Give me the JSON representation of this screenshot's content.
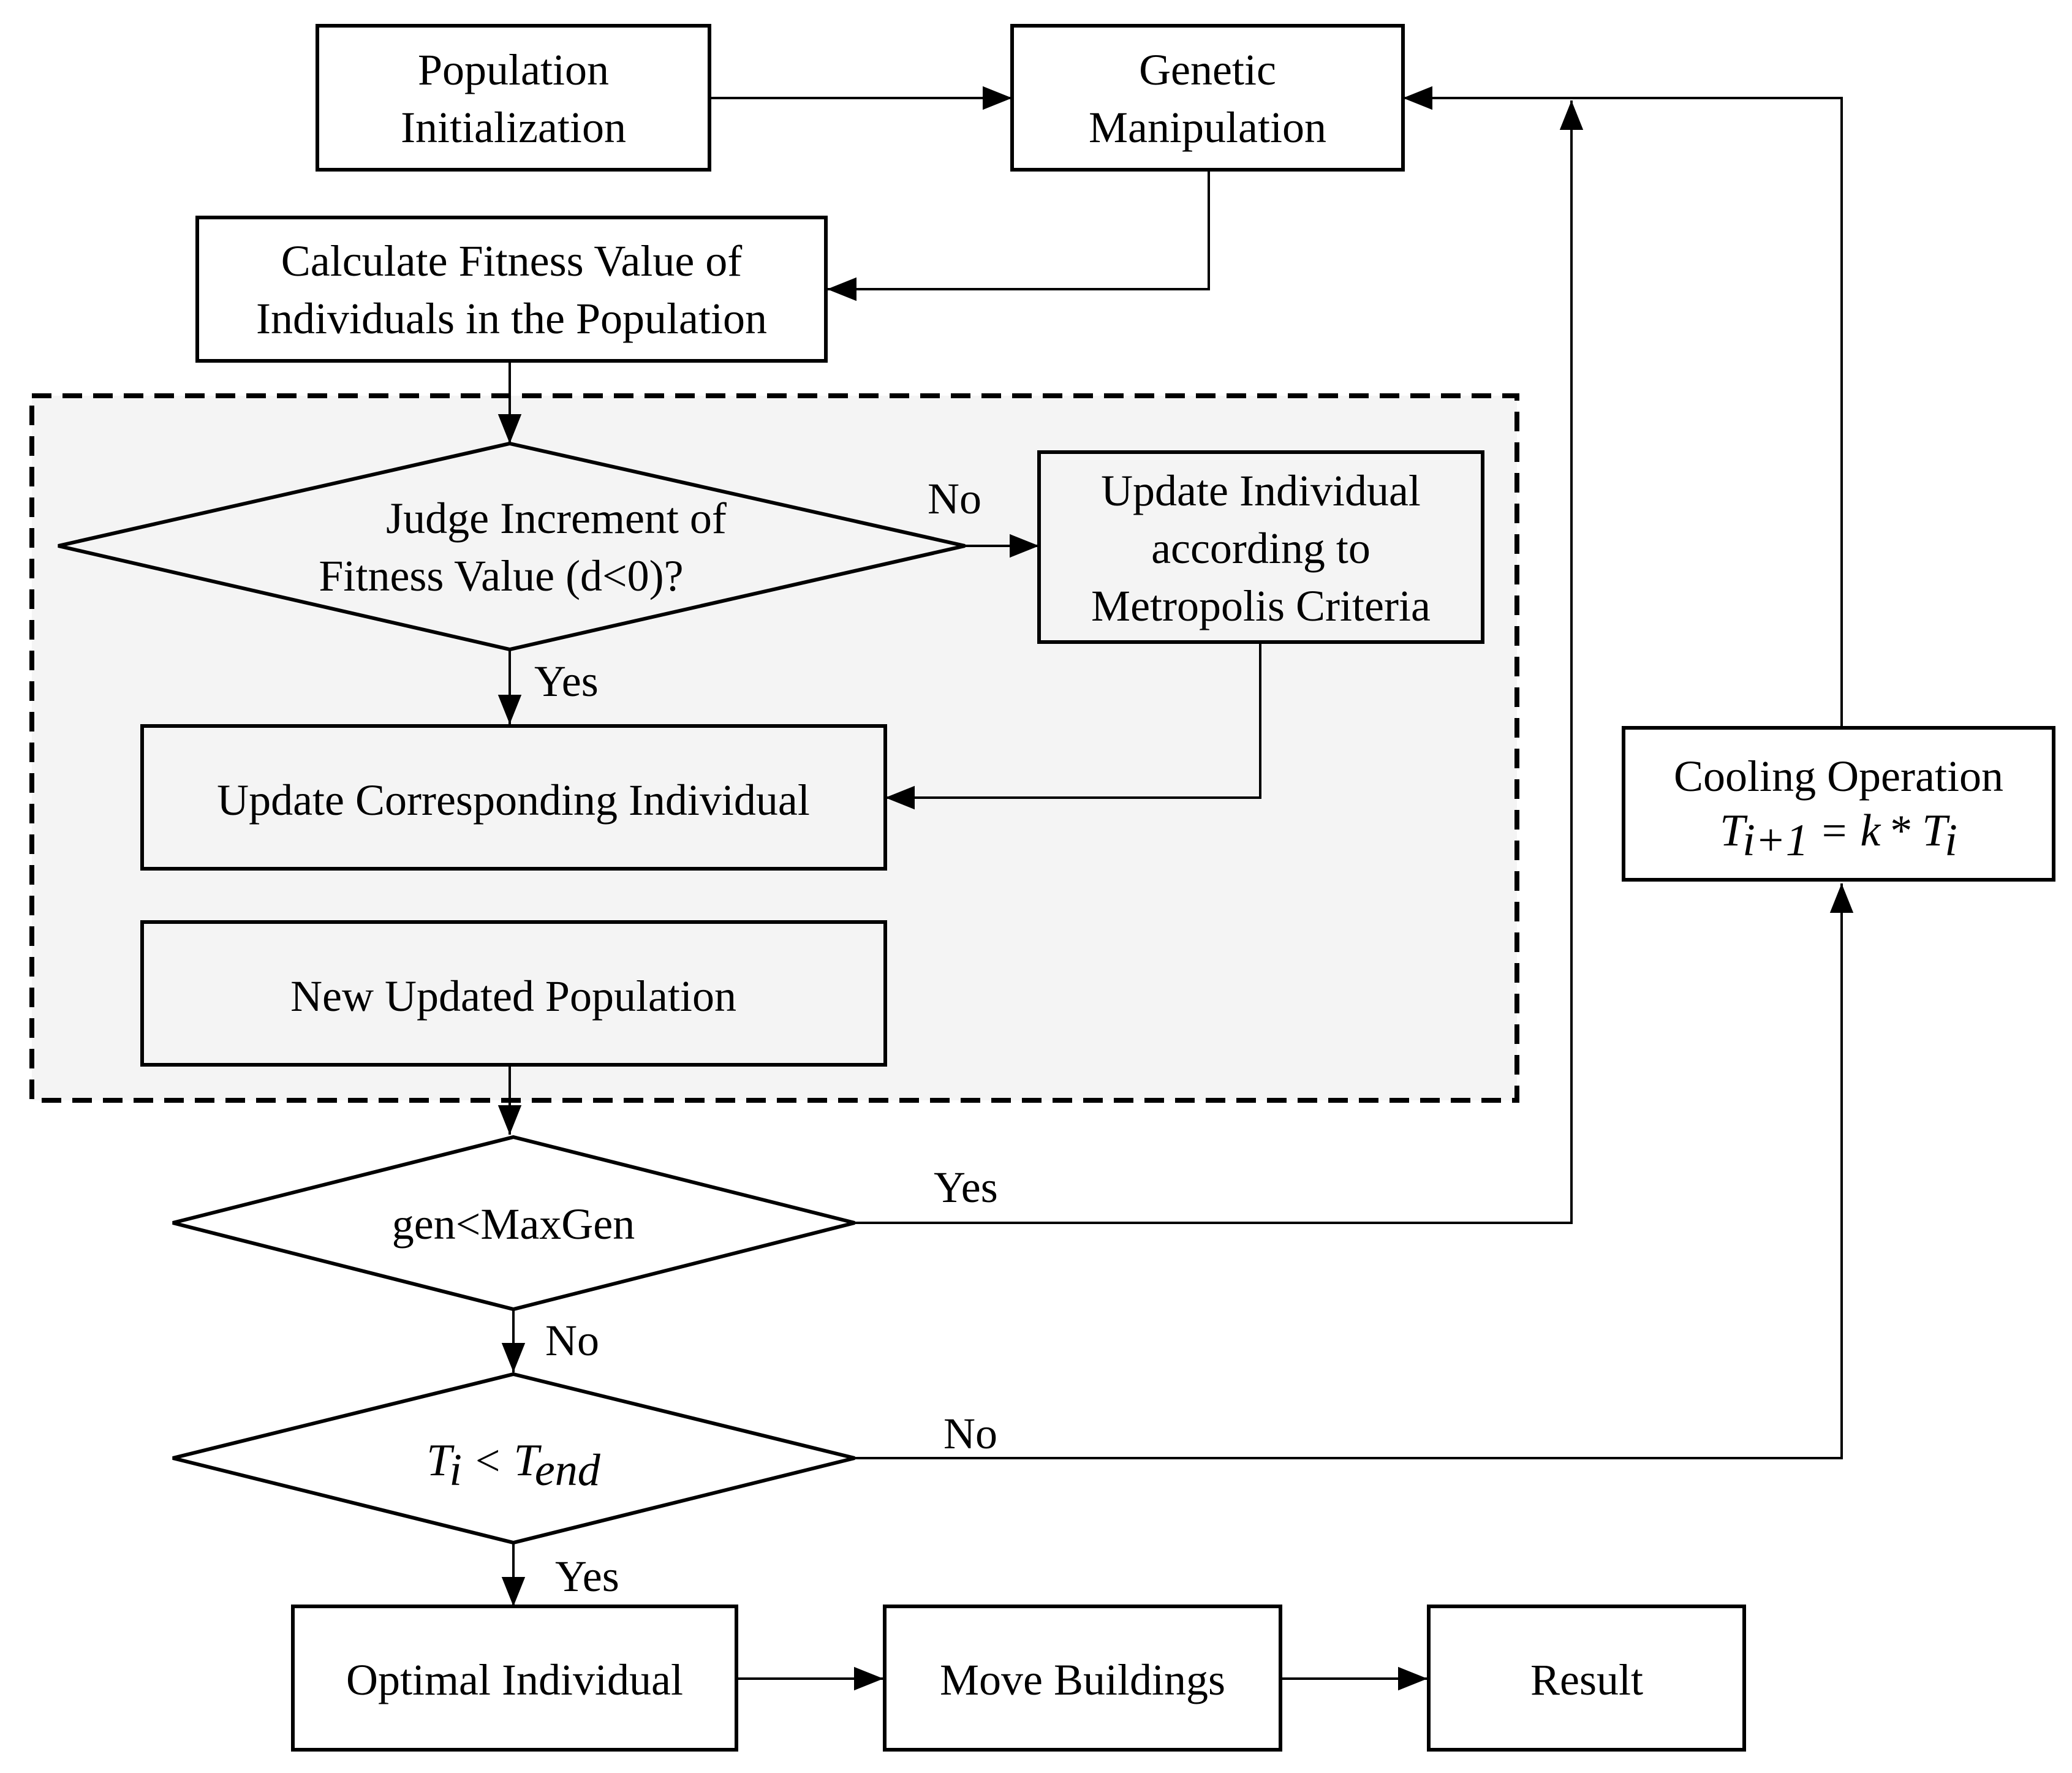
{
  "nodes": {
    "population_init": [
      "Population",
      "Initialization"
    ],
    "genetic_manip": [
      "Genetic",
      "Manipulation"
    ],
    "calc_fitness": [
      "Calculate Fitness Value of",
      "Individuals in the Population"
    ],
    "judge_increment": [
      "Judge Increment of",
      "Fitness Value (d<0)?"
    ],
    "update_metropolis": [
      "Update Individual",
      "according to",
      "Metropolis Criteria"
    ],
    "update_corresponding": "Update Corresponding Individual",
    "new_population": "New Updated Population",
    "gen_check": "gen<MaxGen",
    "temp_check": {
      "T": "T",
      "sub_i": "i",
      "lt": "<",
      "sub_end": "end"
    },
    "cooling": {
      "line1": "Cooling Operation",
      "T": "T",
      "sub_i1": "i+1",
      "eq": "=",
      "k": "k",
      "star": "*",
      "sub_i": "i"
    },
    "optimal": "Optimal Individual",
    "move_buildings": "Move Buildings",
    "result": "Result"
  },
  "edge_labels": {
    "judge_no": "No",
    "judge_yes": "Yes",
    "gen_yes": "Yes",
    "gen_no": "No",
    "temp_no": "No",
    "temp_yes": "Yes"
  }
}
